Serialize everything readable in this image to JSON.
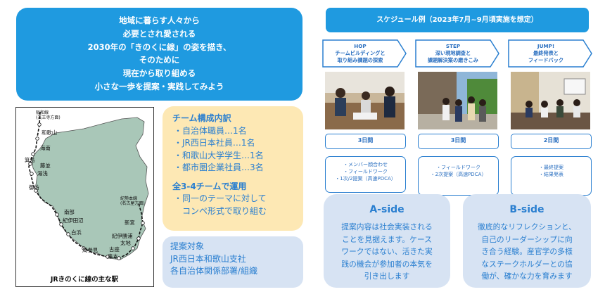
{
  "intro": {
    "lines": [
      "地域に暮らす人々から",
      "必要とされ愛される",
      "2030年の「きのくに線」の姿を描き、",
      "そのために",
      "現在から取り組める",
      "小さな一歩を提案・実践してみよう"
    ]
  },
  "map": {
    "caption": "JRきのくに線の主な駅",
    "stations": [
      "阪和線\n(天王寺方面)",
      "和歌山",
      "海南",
      "箕島",
      "藤並",
      "湯浅",
      "御坊",
      "南部",
      "紀伊田辺",
      "白浜",
      "周参見",
      "古座",
      "串本",
      "太地",
      "紀伊勝浦",
      "新宮",
      "紀勢本線\n(名古屋方面)"
    ]
  },
  "team": {
    "heading": "チーム構成内訳",
    "members": [
      "・自治体職員…1名",
      "・JR西日本社員…1名",
      "・和歌山大学学生…1名",
      "・都市圏企業社員…3名"
    ],
    "format_heading": "全3-4チームで運用",
    "format_lines": [
      "・同一のテーマに対して",
      "コンペ形式で取り組む"
    ]
  },
  "target": {
    "lines": [
      "提案対象",
      "JR西日本和歌山支社",
      "各自治体関係部署/組織"
    ]
  },
  "schedule": {
    "title": "スケジュール例（2023年7月~9月頃実施を想定）",
    "phases": [
      {
        "title_lines": [
          "HOP",
          "チームビルディングと",
          "取り組み課題の探索"
        ],
        "duration": "3日間",
        "activities": [
          "・メンバー顔合わせ",
          "・フィールドワーク",
          "・1次/2提案（高速PDCA）"
        ]
      },
      {
        "title_lines": [
          "STEP",
          "深い現地調査と",
          "課題解決案の磨きこみ"
        ],
        "duration": "3日間",
        "activities": [
          "・フィールドワーク",
          "・2次提案（高速PDCA）"
        ]
      },
      {
        "title_lines": [
          "JUMP!",
          "最終発表と",
          "フィードバック"
        ],
        "duration": "2日間",
        "activities": [
          "・最終提案",
          "・結果発表"
        ]
      }
    ]
  },
  "a_side": {
    "heading": "A-side",
    "body_lines": [
      "提案内容は社会実装される",
      "ことを見据えます。ケース",
      "ワークではない、活きた実",
      "践の機会が参加者の本気を",
      "引き出します"
    ]
  },
  "b_side": {
    "heading": "B-side",
    "body_lines": [
      "徹底的なリフレクションと、",
      "自己のリーダーシップに向",
      "き合う経験。産官学の多様",
      "なステークホルダーとの協",
      "働が、確かな力を育みます"
    ]
  },
  "colors": {
    "primary_blue": "#1f9ae0",
    "text_blue": "#2a7fd0",
    "cream": "#fde8b4",
    "pale_blue": "#d7e3f3",
    "map_land": "#a9c7b8"
  }
}
